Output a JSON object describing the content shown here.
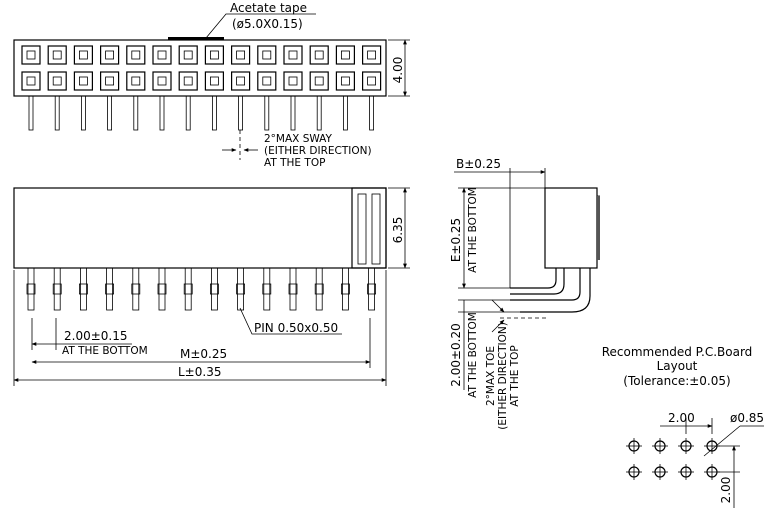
{
  "top_view": {
    "tape_label": "Acetate tape",
    "tape_size": "(ø5.0X0.15)",
    "height_dim": "4.00",
    "sway_line1": "2°MAX SWAY",
    "sway_line2": "(EITHER DIRECTION)",
    "sway_line3": "AT THE TOP"
  },
  "front_view": {
    "height_dim": "6.35",
    "pitch_dim": "2.00±0.15",
    "pitch_note": "AT THE BOTTOM",
    "pin_label": "PIN  0.50x0.50",
    "m_dim": "M±0.25",
    "l_dim": "L±0.35"
  },
  "side_view": {
    "b_dim": "B±0.25",
    "e_dim": "E±0.25",
    "e_note": "AT THE BOTTOM",
    "pitch_dim": "2.00±0.20",
    "pitch_note": "AT THE BOTTOM",
    "toe_line1": "2°MAX TOE",
    "toe_line2": "(EITHER DIRECTION)",
    "toe_line3": "AT THE TOP"
  },
  "pcb_layout": {
    "title_line1": "Recommended  P.C.Board",
    "title_line2": "Layout",
    "title_line3": "(Tolerance:±0.05)",
    "pitch_h": "2.00",
    "hole_dim": "ø0.85",
    "pitch_v": "2.00"
  }
}
